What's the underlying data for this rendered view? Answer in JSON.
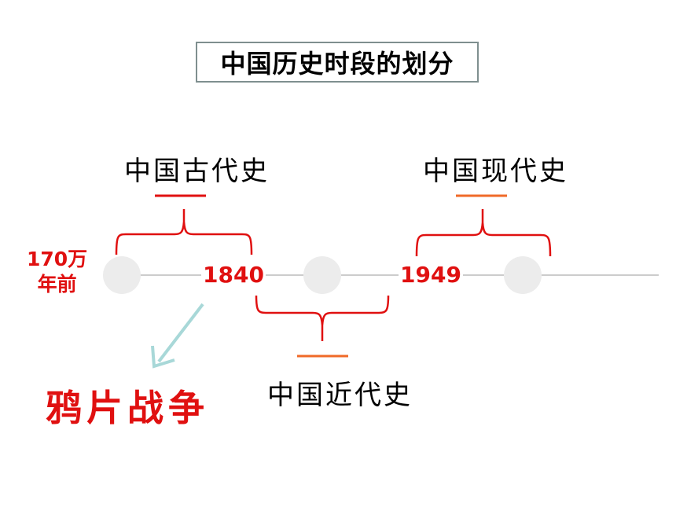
{
  "title": "中国历史时段的划分",
  "periods": {
    "ancient": "中国古代史",
    "modern": "中国近代史",
    "contemporary": "中国现代史"
  },
  "timeline": {
    "start_label": "170万年前",
    "start_line1": "170万",
    "start_line2": "年前",
    "year_1840": "1840",
    "year_1949": "1949"
  },
  "event": "鸦片战争",
  "colors": {
    "red": "#e01010",
    "orange": "#f06a28",
    "circle": "#ececec",
    "line": "#cccccc",
    "arrow": "#a8d8d8",
    "title_border": "#7f8f8f"
  }
}
